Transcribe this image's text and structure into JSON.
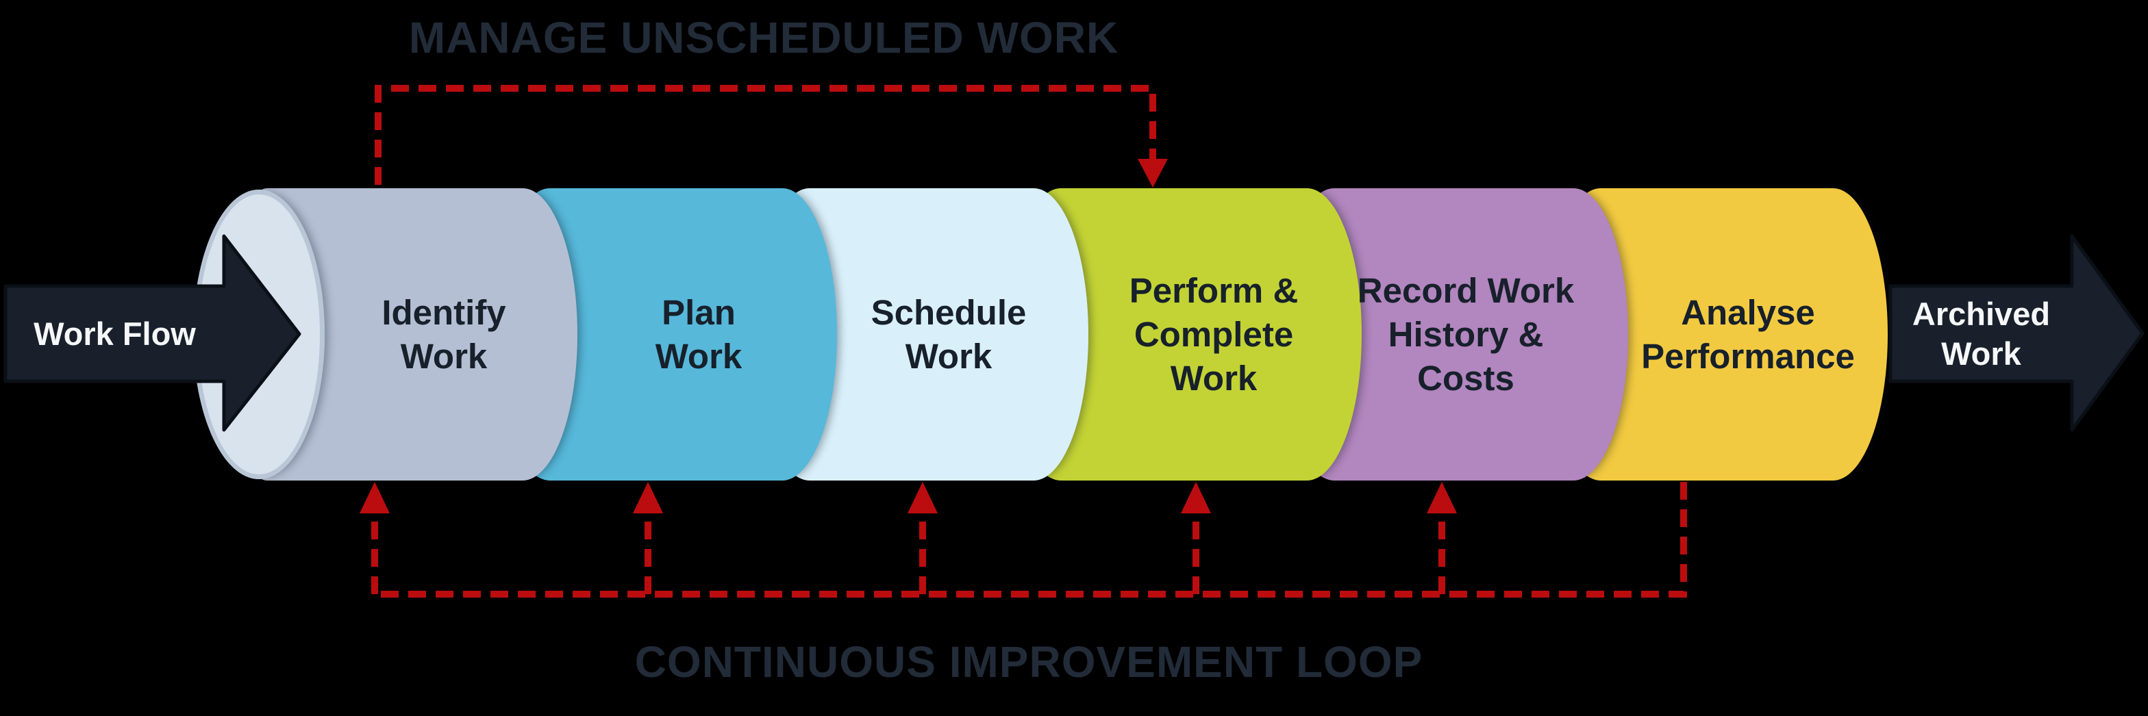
{
  "background": "#000000",
  "title_color": "#222b38",
  "top_loop": {
    "label": "MANAGE UNSCHEDULED WORK",
    "color": "#bb0d0f"
  },
  "bottom_loop": {
    "label": "CONTINUOUS IMPROVEMENT LOOP",
    "color": "#bb0d0f"
  },
  "flow_in": {
    "lines": [
      "Work Flow"
    ]
  },
  "flow_out": {
    "lines": [
      "Archived",
      "Work"
    ]
  },
  "arrow_style": {
    "fill": "#19202b",
    "stroke": "#0b1017",
    "text_color": "#f5f7f9"
  },
  "cylinder": {
    "cap_color": "#d9e3ee",
    "cap_rim_color": "#b9c6d6",
    "label_color": "#17202b",
    "segments": [
      {
        "name": "identify-work",
        "lines": [
          "Identify",
          "Work"
        ],
        "color": "#b4bfd3"
      },
      {
        "name": "plan-work",
        "lines": [
          "Plan",
          "Work"
        ],
        "color": "#57b8da"
      },
      {
        "name": "schedule-work",
        "lines": [
          "Schedule",
          "Work"
        ],
        "color": "#d9f0fa"
      },
      {
        "name": "perform-complete-work",
        "lines": [
          "Perform &",
          "Complete",
          "Work"
        ],
        "color": "#c3d335"
      },
      {
        "name": "record-work-history-costs",
        "lines": [
          "Record Work",
          "History &",
          "Costs"
        ],
        "color": "#b286be"
      },
      {
        "name": "analyse-performance",
        "lines": [
          "Analyse",
          "Performance"
        ],
        "color": "#f2ca41"
      }
    ]
  }
}
